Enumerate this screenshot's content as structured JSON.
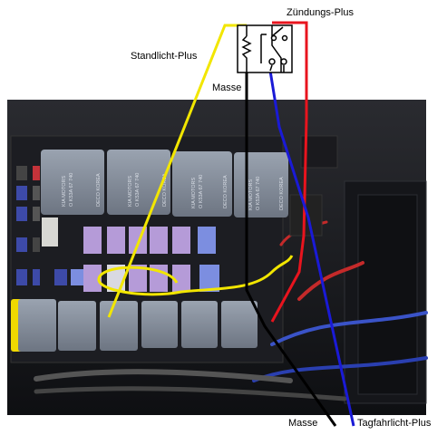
{
  "labels": {
    "ignition_plus": "Zündungs-Plus",
    "parking_light_plus": "Standlicht-Plus",
    "ground_top": "Masse",
    "ground_bottom": "Masse",
    "daytime_light_plus": "Tagfahrlicht-Plus"
  },
  "relay_text": {
    "line1": "KIA MOTORS",
    "line2": "O K53A 67 740",
    "line3": "DECO KOREA"
  },
  "colors": {
    "parking_wire": "#f2e600",
    "ignition_wire": "#e8141e",
    "ground_wire": "#000000",
    "daytime_wire": "#1a1ad6",
    "relay_body": "#8a94a2",
    "fuse_purple": "#b59bd8",
    "fuse_blue": "#7c8ee0",
    "fuse_box": "#1c1d22"
  },
  "icons": {
    "relay_symbol": "relay-switch-icon"
  }
}
